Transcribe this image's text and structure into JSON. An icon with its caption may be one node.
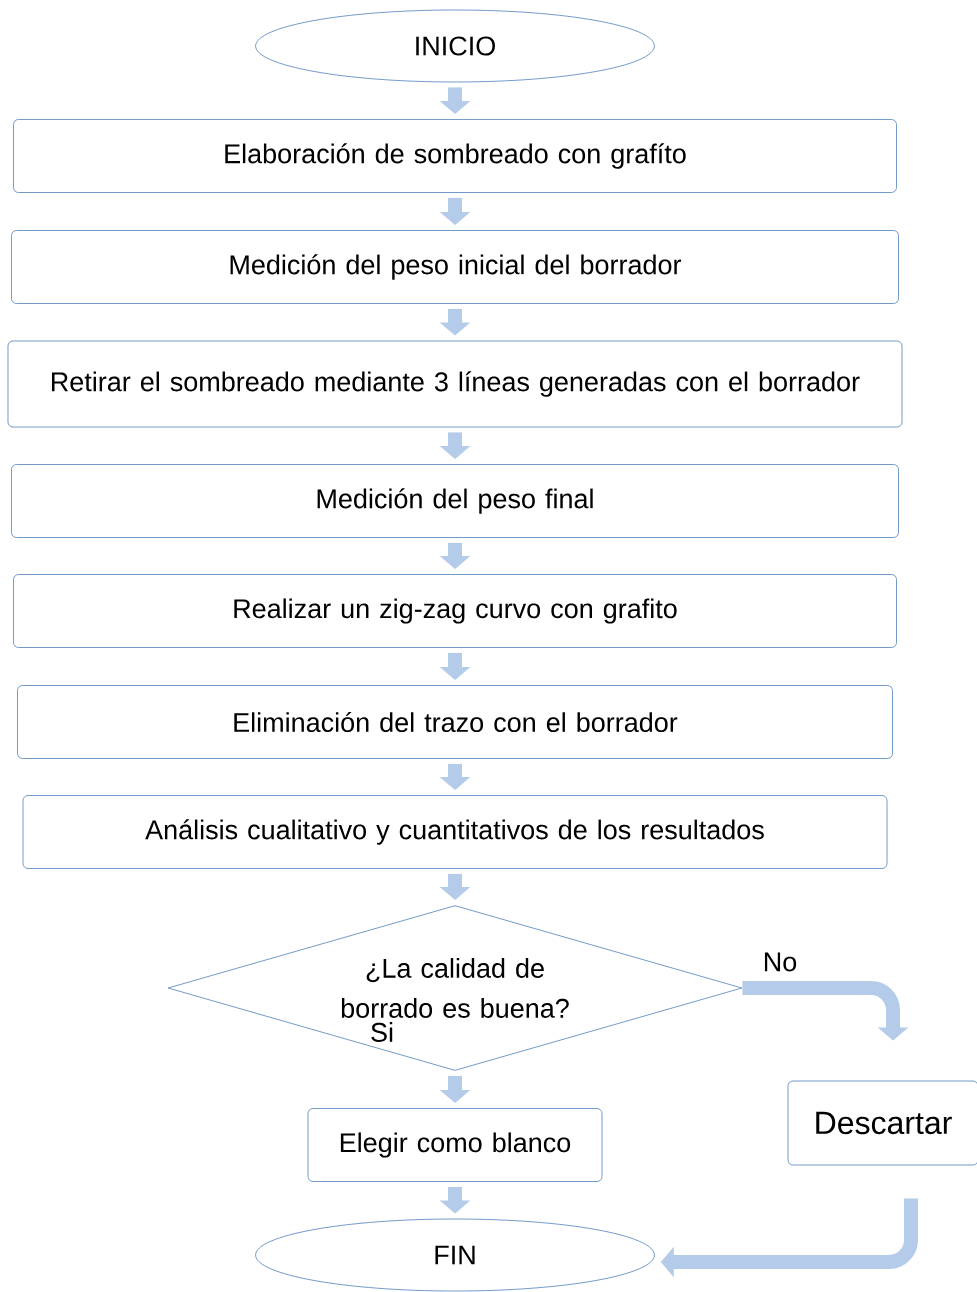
{
  "diagram": {
    "nodes": [
      {
        "text": [
          "INICIO"
        ]
      },
      {
        "text": [
          "Elaboración de sombreado con grafíto"
        ]
      },
      {
        "text": [
          "Medición del peso inicial del borrador"
        ]
      },
      {
        "text": [
          "Retirar el sombreado mediante 3 líneas generadas con el borrador"
        ]
      },
      {
        "text": [
          "Medición del peso final"
        ]
      },
      {
        "text": [
          "Realizar un zig-zag curvo con grafito"
        ]
      },
      {
        "text": [
          "Eliminación del trazo con el borrador"
        ]
      },
      {
        "text": [
          "Análisis cualitativo y cuantitativos de los resultados"
        ]
      },
      {
        "text": [
          "¿La calidad de borrado es buena?"
        ]
      },
      {
        "text": [
          "Elegir como blanco"
        ]
      },
      {
        "text": [
          "FIN"
        ]
      },
      {
        "text": [
          "Descartar"
        ]
      }
    ],
    "edges": [
      {
        "from": 0,
        "to": 1,
        "arrow": "to"
      },
      {
        "from": 1,
        "to": 2,
        "arrow": "to"
      },
      {
        "from": 2,
        "to": 3,
        "arrow": "to"
      },
      {
        "from": 3,
        "to": 4,
        "arrow": "to"
      },
      {
        "from": 4,
        "to": 5,
        "arrow": "to"
      },
      {
        "from": 5,
        "to": 6,
        "arrow": "to"
      },
      {
        "from": 6,
        "to": 7,
        "arrow": "to"
      },
      {
        "from": 7,
        "to": 8,
        "arrow": "to"
      },
      {
        "from": 8,
        "to": 9,
        "arrow": "to",
        "label": "Si"
      },
      {
        "from": 9,
        "to": 10,
        "arrow": "to"
      },
      {
        "from": 8,
        "to": 11,
        "arrow": "to",
        "label": "No"
      },
      {
        "from": 11,
        "to": 10,
        "arrow": "to"
      }
    ]
  }
}
